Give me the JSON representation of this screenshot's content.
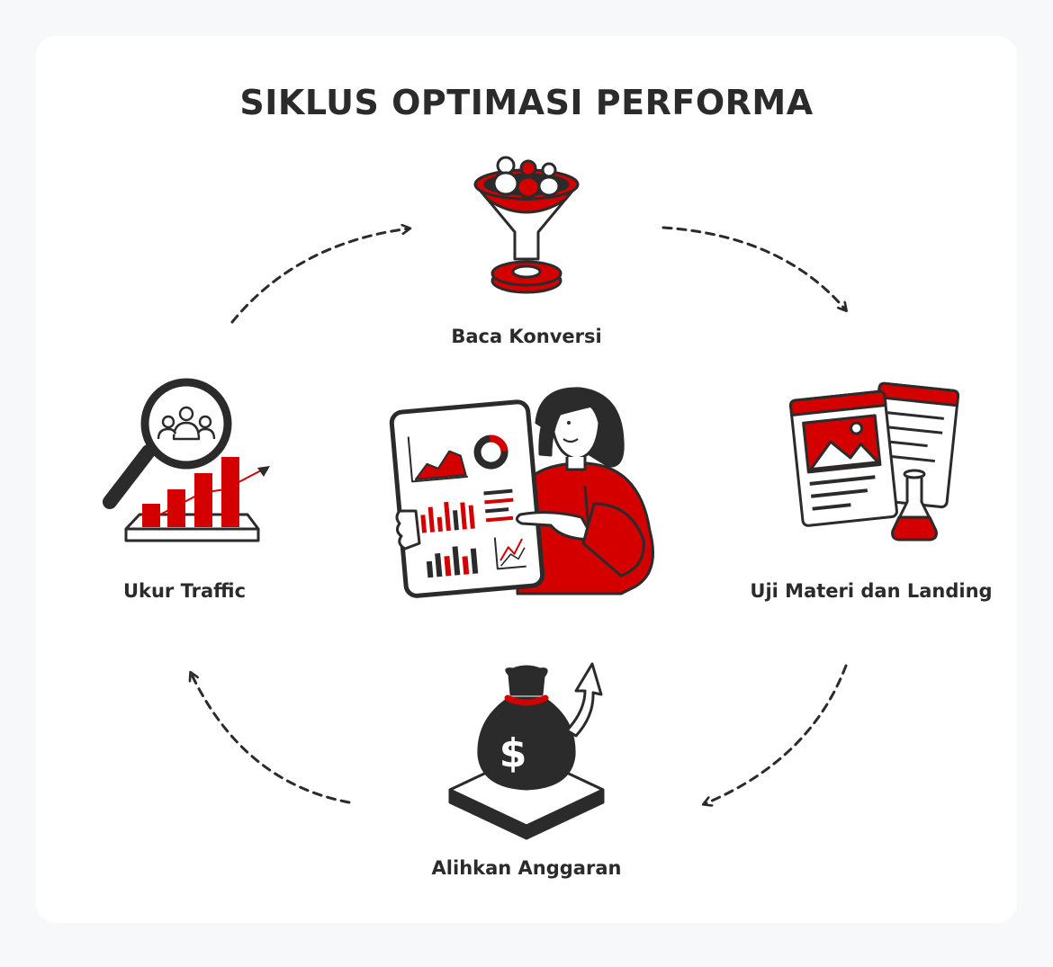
{
  "title": "SIKLUS OPTIMASI PERFORMA",
  "colors": {
    "accent": "#d40000",
    "dark": "#2b2b2b",
    "background": "#f7f8fa",
    "card": "#ffffff"
  },
  "steps": [
    {
      "label": "Baca Konversi",
      "icon": "funnel-icon"
    },
    {
      "label": "Uji Materi dan Landing",
      "icon": "browser-flask-icon"
    },
    {
      "label": "Alihkan Anggaran",
      "icon": "money-bag-icon"
    },
    {
      "label": "Ukur Traffic",
      "icon": "magnifier-chart-icon"
    }
  ],
  "center": {
    "icon": "analyst-dashboard-icon"
  }
}
